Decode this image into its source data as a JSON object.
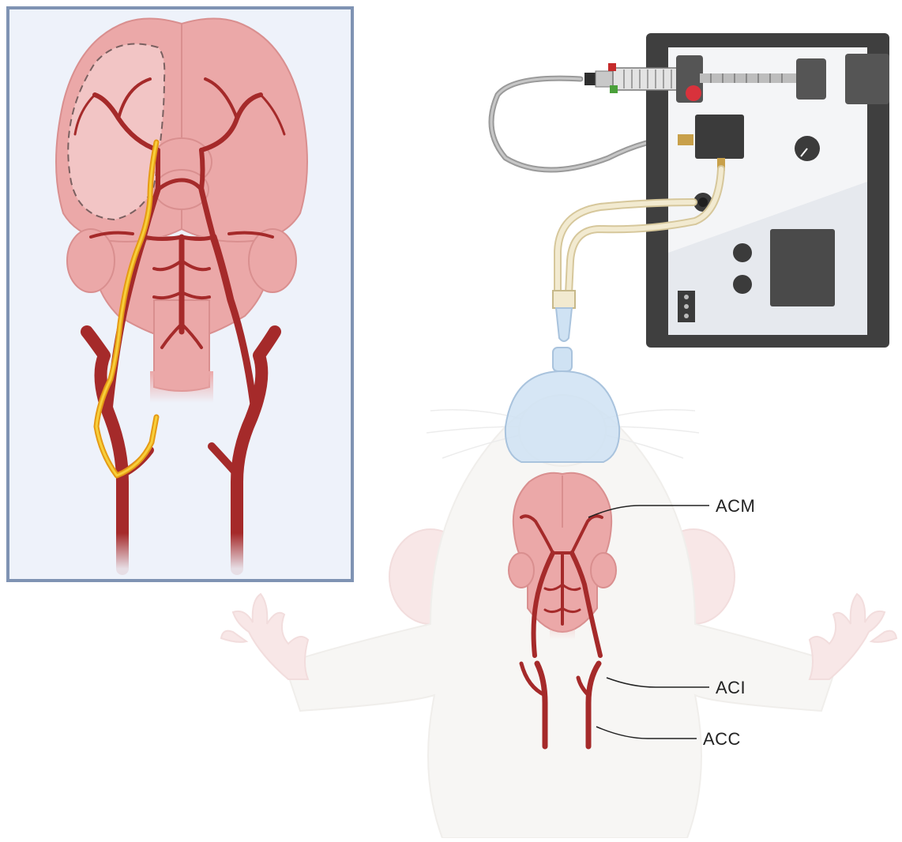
{
  "labels": {
    "acm": "ACM",
    "aci": "ACI",
    "acc": "ACC"
  },
  "colors": {
    "background": "#ffffff",
    "inset_frame": "#7f93b3",
    "inset_bg": "#eef2fa",
    "brain": "#eba8a8",
    "brain_outline": "#d98f8f",
    "artery": "#a52a2a",
    "filament": "#f2b418",
    "pump_frame": "#3f3f3f",
    "pump_panel": "#f4f5f7",
    "tubing": "#ece3c6",
    "mask": "#cfe2f3",
    "rat_body": "#f1efec",
    "rat_ear": "#f3d5d5"
  },
  "icons": {
    "inset": "brain-ventral-view-with-filament-illustration",
    "rat": "rat-dorsal-view-icon",
    "pump": "anesthesia-vaporizer-syringe-pump-icon",
    "mask": "nose-cone-mask-icon"
  }
}
